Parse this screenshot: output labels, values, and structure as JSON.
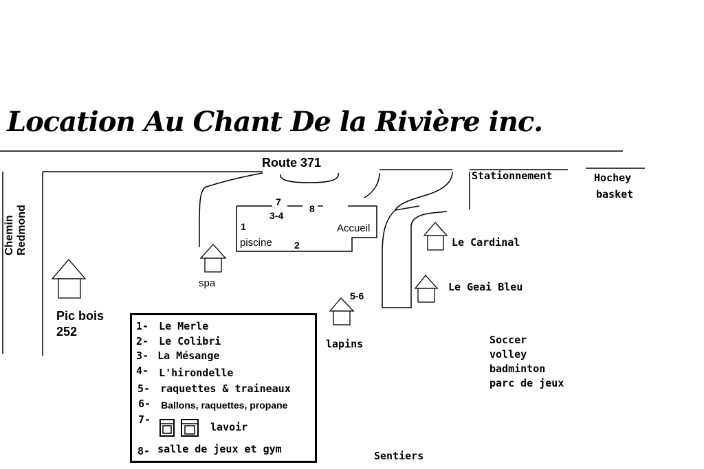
{
  "title": "Location Au Chant De la Rivière inc.",
  "road_top": "Route 371",
  "road_left_line1": "Chemin",
  "road_left_line2": "Redmond",
  "labels": {
    "stationnement": "Stationnement",
    "hochey": "Hochey",
    "basket": "basket",
    "accueil": "Accueil",
    "piscine": "piscine",
    "spa": "spa",
    "le_cardinal": "Le Cardinal",
    "le_geai_bleu": "Le Geai Bleu",
    "lapins": "lapins",
    "pic_bois": "Pic bois",
    "pic_bois_num": "252",
    "sports": [
      "Soccer",
      "volley",
      "badminton",
      "parc de jeux"
    ],
    "sentiers": "Sentiers"
  },
  "numbers": {
    "n7": "7",
    "n8": "8",
    "n34": "3-4",
    "n1": "1",
    "n2": "2",
    "n56": "5-6"
  },
  "legend": [
    {
      "num": "1-",
      "text": "Le Merle"
    },
    {
      "num": "2-",
      "text": "Le Colibri"
    },
    {
      "num": "3-",
      "text": "La Mésange"
    },
    {
      "num": "4-",
      "text": "L'hirondelle"
    },
    {
      "num": "5-",
      "text": "raquettes & traineaux"
    },
    {
      "num": "6-",
      "text": "Ballons, raquettes, propane"
    },
    {
      "num": "7-",
      "text": "lavoir"
    },
    {
      "num": "8-",
      "text": "salle de jeux et gym"
    }
  ],
  "icons": [
    "house-icon",
    "washer-icon",
    "dryer-icon"
  ]
}
